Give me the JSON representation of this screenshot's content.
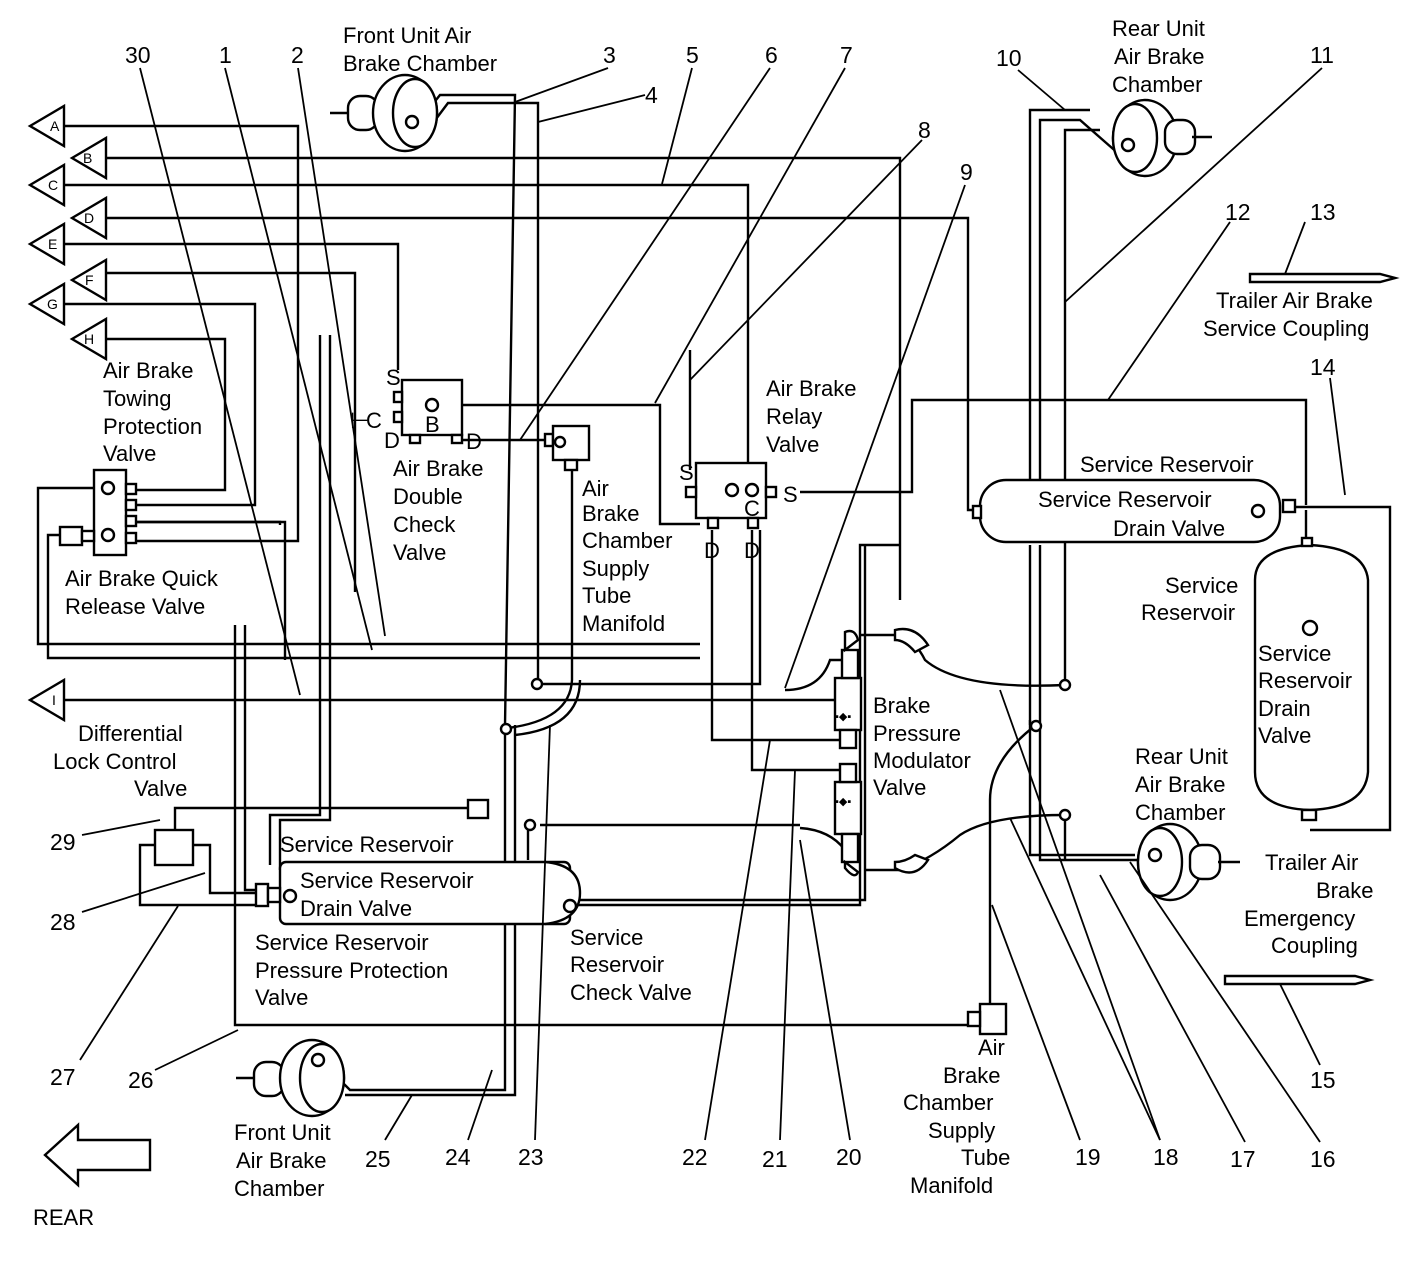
{
  "labels": {
    "front_chamber_top": [
      "Front Unit Air",
      "Brake Chamber"
    ],
    "rear_chamber_top": [
      "Rear Unit",
      "Air Brake",
      "Chamber"
    ],
    "towing_valve": [
      "Air Brake",
      "Towing",
      "Protection",
      "Valve"
    ],
    "double_check": [
      "Air Brake",
      "Double",
      "Check",
      "Valve"
    ],
    "supply_manifold_top": [
      "Air",
      "Brake",
      "Chamber",
      "Supply",
      "Tube",
      "Manifold"
    ],
    "relay_valve": [
      "Air Brake",
      "Relay",
      "Valve"
    ],
    "quick_release": [
      "Air Brake Quick",
      "Release Valve"
    ],
    "service_reservoir_right_title": "Service Reservoir",
    "service_reservoir_right_drain": [
      "Service Reservoir",
      "Drain Valve"
    ],
    "trailer_service": [
      "Trailer Air Brake",
      "Service Coupling"
    ],
    "service_reservoir_vert_title": [
      "Service",
      "Reservoir"
    ],
    "service_reservoir_vert_drain": [
      "Service",
      "Reservoir",
      "Drain",
      "Valve"
    ],
    "modulator": [
      "Brake",
      "Pressure",
      "Modulator",
      "Valve"
    ],
    "diff_lock": [
      "Differential",
      "Lock Control",
      "Valve"
    ],
    "service_reservoir_left_title": "Service Reservoir",
    "service_reservoir_left_drain": [
      "Service Reservoir",
      "Drain Valve"
    ],
    "pressure_protection": [
      "Service Reservoir",
      "Pressure Protection",
      "Valve"
    ],
    "check_valve": [
      "Service",
      "Reservoir",
      "Check Valve"
    ],
    "rear_chamber_bottom": [
      "Rear Unit",
      "Air Brake",
      "Chamber"
    ],
    "trailer_emergency": [
      "Trailer Air",
      "Brake",
      "Emergency",
      "Coupling"
    ],
    "front_chamber_bottom": [
      "Front Unit",
      "Air Brake",
      "Chamber"
    ],
    "supply_manifold_bottom": [
      "Air",
      "Brake",
      "Chamber",
      "Supply",
      "Tube",
      "Manifold"
    ],
    "rear": "REAR"
  },
  "connectors": [
    "A",
    "B",
    "C",
    "D",
    "E",
    "F",
    "G",
    "H",
    "I"
  ],
  "port_letters": {
    "s": "S",
    "c": "C",
    "d": "D",
    "b": "B"
  },
  "callouts": [
    "1",
    "2",
    "3",
    "4",
    "5",
    "6",
    "7",
    "8",
    "9",
    "10",
    "11",
    "12",
    "13",
    "14",
    "15",
    "16",
    "17",
    "18",
    "19",
    "20",
    "21",
    "22",
    "23",
    "24",
    "25",
    "26",
    "27",
    "28",
    "29",
    "30"
  ]
}
